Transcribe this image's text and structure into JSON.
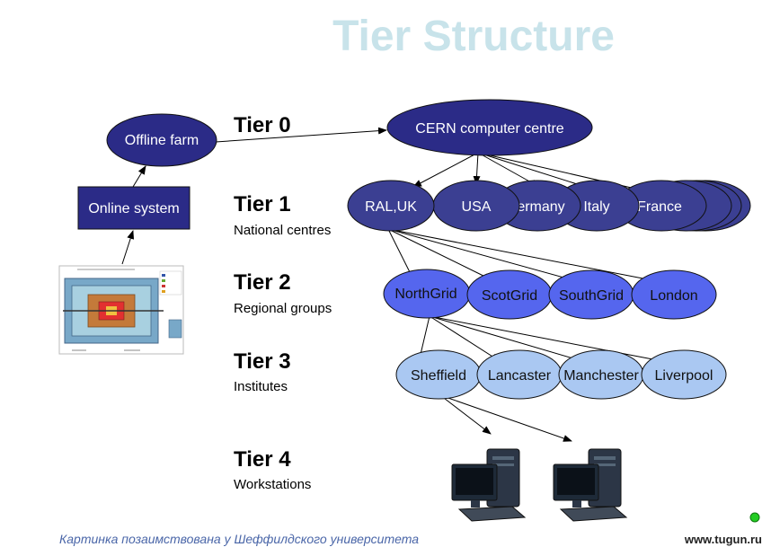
{
  "title": "Tier Structure",
  "tiers": [
    {
      "title": "Tier 0",
      "subtitle": ""
    },
    {
      "title": "Tier 1",
      "subtitle": "National centres"
    },
    {
      "title": "Tier 2",
      "subtitle": "Regional groups"
    },
    {
      "title": "Tier 3",
      "subtitle": "Institutes"
    },
    {
      "title": "Tier 4",
      "subtitle": "Workstations"
    }
  ],
  "left": {
    "offline_farm": "Offline farm",
    "online_system": "Online system"
  },
  "tier0": {
    "cern": "CERN computer centre"
  },
  "tier1": [
    "RAL,UK",
    "USA",
    "ermany",
    "Italy",
    "France"
  ],
  "tier2": [
    "NorthGrid",
    "ScotGrid",
    "SouthGrid",
    "London"
  ],
  "tier3": [
    "Sheffield",
    "Lancaster",
    "Manchester",
    "Liverpool"
  ],
  "footer": "Картинка позаимствована у Шеффилдского университета",
  "watermark": "www.tugun.ru",
  "colors": {
    "title": "#c8e3ea",
    "dark_node": "#2b2b87",
    "tier1_node": "#3b3f92",
    "tier2_node": "#5566ee",
    "tier3_node": "#aac8f2"
  }
}
